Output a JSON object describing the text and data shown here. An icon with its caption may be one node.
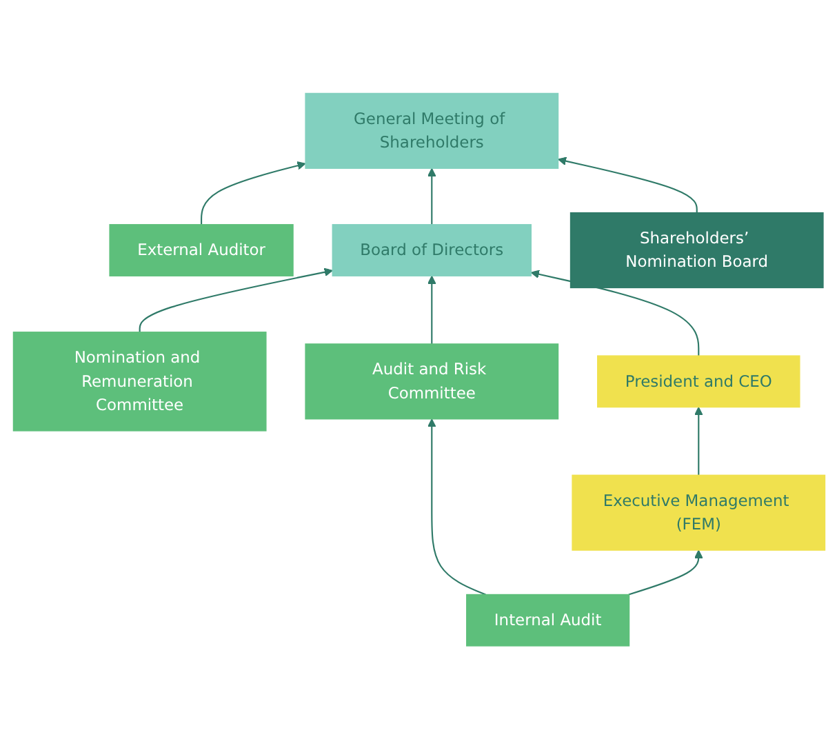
{
  "diagram": {
    "nodes": [
      {
        "text": [
          "General Meeting of Shareholders"
        ]
      },
      {
        "text": [
          "External Auditor"
        ]
      },
      {
        "text": [
          "Board of Directors"
        ]
      },
      {
        "text": [
          "Nomination and Remuneration Committee"
        ]
      },
      {
        "text": [
          "Shareholders’ Nomination Board"
        ]
      },
      {
        "text": [
          "President and CEO"
        ]
      },
      {
        "text": [
          "Audit and Risk Committee"
        ]
      },
      {
        "text": [
          "Executive Management (FEM)"
        ]
      },
      {
        "text": [
          "Internal Audit"
        ]
      }
    ],
    "edges": [
      {
        "from": 1,
        "to": 0,
        "arrow": "to"
      },
      {
        "from": 2,
        "to": 0,
        "arrow": "to"
      },
      {
        "from": 4,
        "to": 0,
        "arrow": "to"
      },
      {
        "from": 3,
        "to": 2,
        "arrow": "to"
      },
      {
        "from": 6,
        "to": 2,
        "arrow": "to"
      },
      {
        "from": 5,
        "to": 2,
        "arrow": "to"
      },
      {
        "from": 7,
        "to": 5,
        "arrow": "to"
      },
      {
        "from": 8,
        "to": 7,
        "arrow": "to"
      },
      {
        "from": 8,
        "to": 6,
        "arrow": "to"
      }
    ]
  }
}
